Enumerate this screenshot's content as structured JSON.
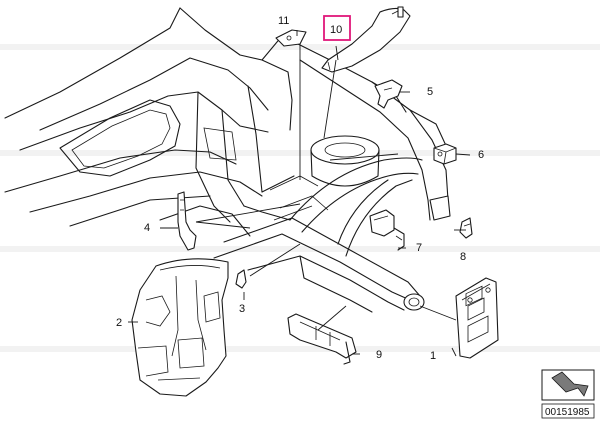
{
  "diagram": {
    "callouts": [
      {
        "id": "c1",
        "label": "1"
      },
      {
        "id": "c2",
        "label": "2"
      },
      {
        "id": "c3",
        "label": "3"
      },
      {
        "id": "c4",
        "label": "4"
      },
      {
        "id": "c5",
        "label": "5"
      },
      {
        "id": "c6",
        "label": "6"
      },
      {
        "id": "c7",
        "label": "7"
      },
      {
        "id": "c8",
        "label": "8"
      },
      {
        "id": "c9",
        "label": "9"
      },
      {
        "id": "c10",
        "label": "10",
        "highlight_color": "#e0177a"
      },
      {
        "id": "c11",
        "label": "11"
      }
    ],
    "reference_number": "00151985"
  }
}
